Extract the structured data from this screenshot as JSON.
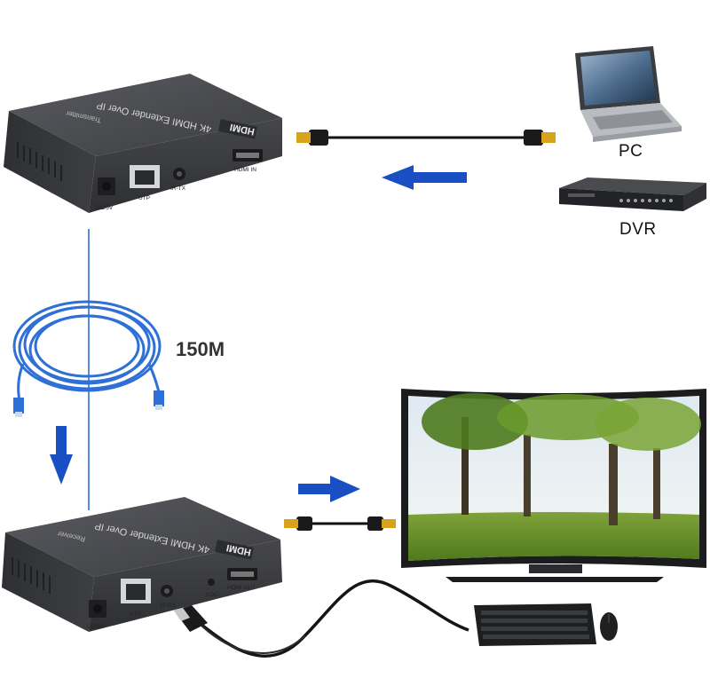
{
  "transmitter": {
    "side_label": "Transmitter",
    "title": "4K HDMI Extender Over IP",
    "logo": "HDMI",
    "ports": {
      "dc": "DC/5V",
      "utp": "UTP",
      "ir": "IR-TX",
      "hdmi": "HDMI IN"
    }
  },
  "receiver": {
    "side_label": "Receiver",
    "title": "4K HDMI Extender Over IP",
    "logo": "HDMI",
    "ports": {
      "dc": "DC/5V",
      "utp": "UTP",
      "ir": "IR-RX",
      "edid": "EDID",
      "hdmi": "HDMI OUT"
    }
  },
  "sources": {
    "pc": "PC",
    "dvr": "DVR"
  },
  "cable": {
    "length": "150M"
  },
  "colors": {
    "arrow": "#1a4fc4",
    "device": "#3a3b3f",
    "cable_blue": "#2e6fd8"
  },
  "icons": [
    "arrow-left-icon",
    "arrow-down-icon",
    "arrow-right-icon",
    "hdmi-cable-icon",
    "usb-cable-icon"
  ]
}
